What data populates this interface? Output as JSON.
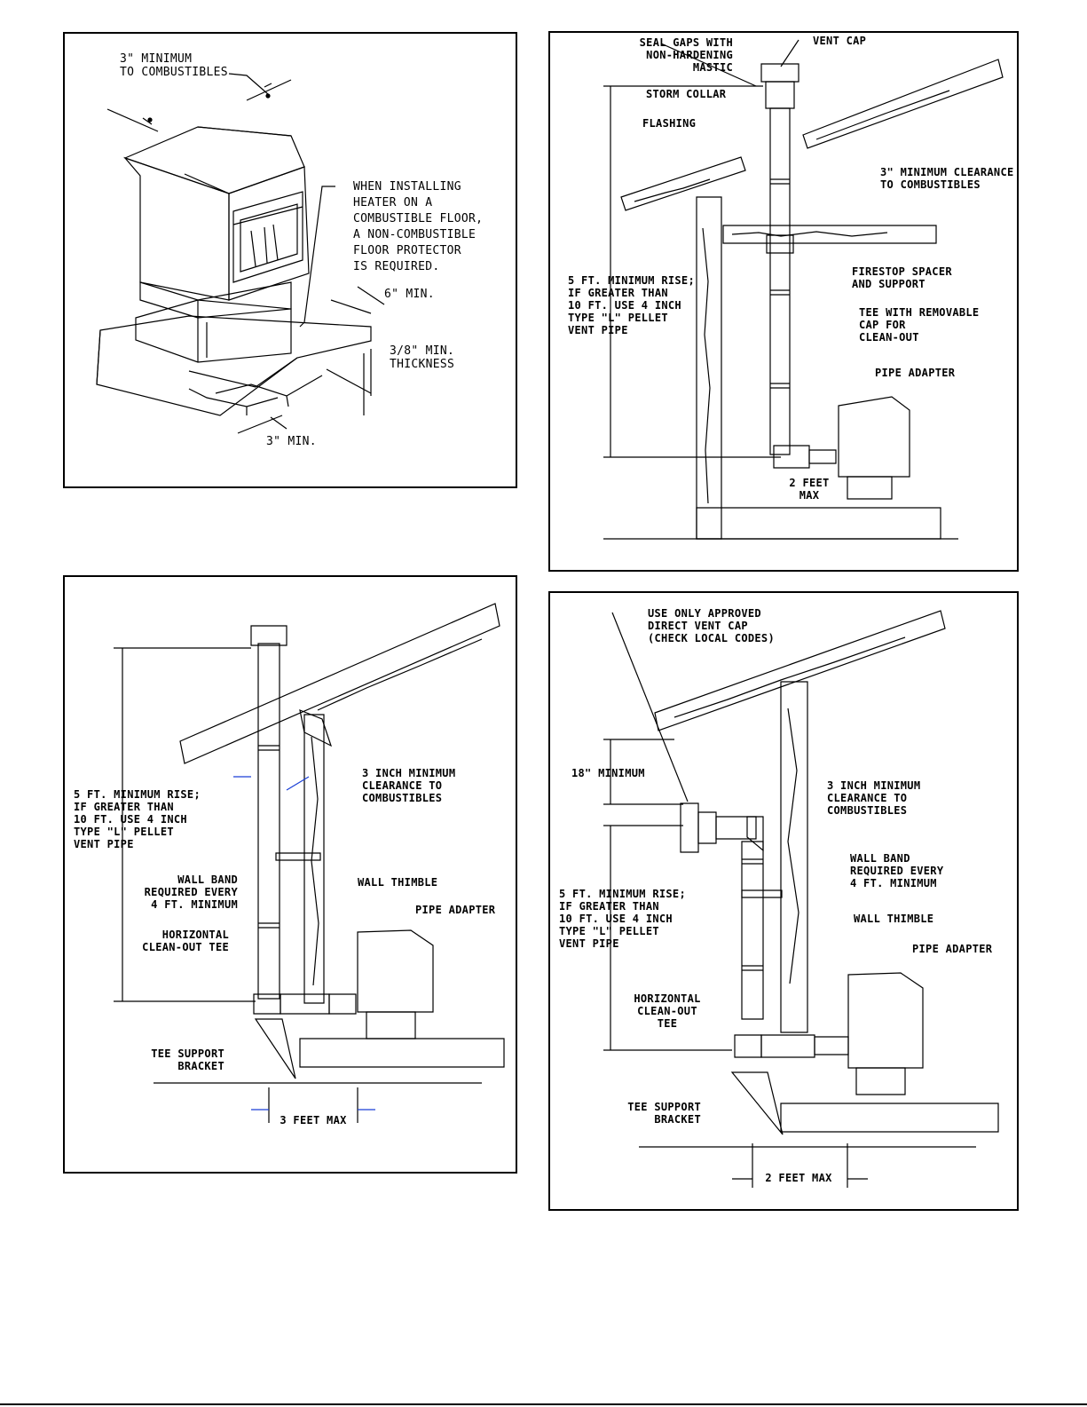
{
  "panel1": {
    "clearance_top": "3\" MINIMUM\nTO COMBUSTIBLES",
    "floor_note": "WHEN INSTALLING\nHEATER ON A\nCOMBUSTIBLE FLOOR,\nA NON-COMBUSTIBLE\nFLOOR PROTECTOR\nIS REQUIRED.",
    "six_min": "6\" MIN.",
    "thickness": "3/8\" MIN.\nTHICKNESS",
    "three_min": "3\" MIN."
  },
  "panel2": {
    "seal_gaps": "SEAL GAPS WITH\nNON-HARDENING\nMASTIC",
    "vent_cap": "VENT CAP",
    "storm_collar": "STORM COLLAR",
    "flashing": "FLASHING",
    "clearance": "3\" MINIMUM CLEARANCE\nTO COMBUSTIBLES",
    "firestop": "FIRESTOP SPACER\nAND SUPPORT",
    "min_rise": "5 FT. MINIMUM RISE;\nIF GREATER THAN\n10 FT. USE 4 INCH\nTYPE \"L\" PELLET\nVENT PIPE",
    "tee": "TEE WITH REMOVABLE\nCAP FOR\nCLEAN-OUT",
    "pipe_adapter": "PIPE ADAPTER",
    "two_feet": "2 FEET\nMAX"
  },
  "panel3": {
    "min_rise": "5 FT. MINIMUM RISE;\nIF GREATER THAN\n10 FT. USE 4 INCH\nTYPE \"L\" PELLET\nVENT PIPE",
    "clearance": "3 INCH MINIMUM\nCLEARANCE TO\nCOMBUSTIBLES",
    "wall_band": "WALL BAND\nREQUIRED EVERY\n4 FT. MINIMUM",
    "wall_thimble": "WALL THIMBLE",
    "pipe_adapter": "PIPE ADAPTER",
    "horizontal": "HORIZONTAL\nCLEAN-OUT TEE",
    "tee_support": "TEE SUPPORT\nBRACKET",
    "three_feet": "3 FEET MAX"
  },
  "panel4": {
    "vent_cap": "USE ONLY APPROVED\nDIRECT VENT CAP\n(CHECK LOCAL CODES)",
    "eighteen": "18\" MINIMUM",
    "clearance": "3 INCH MINIMUM\nCLEARANCE TO\nCOMBUSTIBLES",
    "wall_band": "WALL BAND\nREQUIRED EVERY\n4 FT. MINIMUM",
    "wall_thimble": "WALL THIMBLE",
    "pipe_adapter": "PIPE ADAPTER",
    "min_rise": "5 FT. MINIMUM RISE;\nIF GREATER THAN\n10 FT. USE 4 INCH\nTYPE \"L\" PELLET\nVENT PIPE",
    "horizontal": "HORIZONTAL\nCLEAN-OUT\nTEE",
    "tee_support": "TEE SUPPORT\nBRACKET",
    "two_feet": "2 FEET MAX"
  },
  "colors": {
    "ink": "#000000",
    "arrow": "#1a3fd6"
  }
}
